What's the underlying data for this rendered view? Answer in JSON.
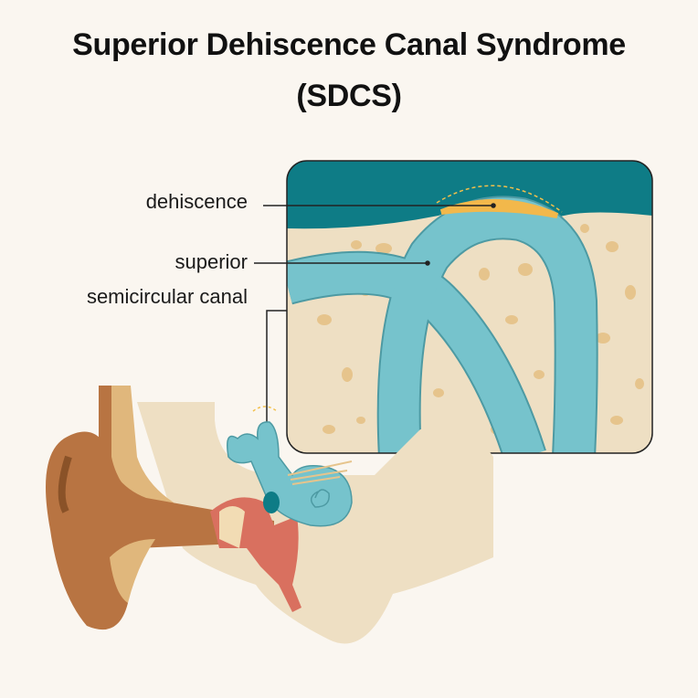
{
  "title": {
    "line1": "Superior Dehiscence Canal Syndrome",
    "line2": "(SDCS)"
  },
  "labels": {
    "dehiscence": "dehiscence",
    "superior": "superior",
    "canal": "semicircular canal"
  },
  "colors": {
    "background": "#faf6f0",
    "teal": "#0e7c86",
    "bone": "#eedfc3",
    "canal": "#76c3cc",
    "dehiscence": "#f2b84b",
    "ear": "#b87442"
  }
}
